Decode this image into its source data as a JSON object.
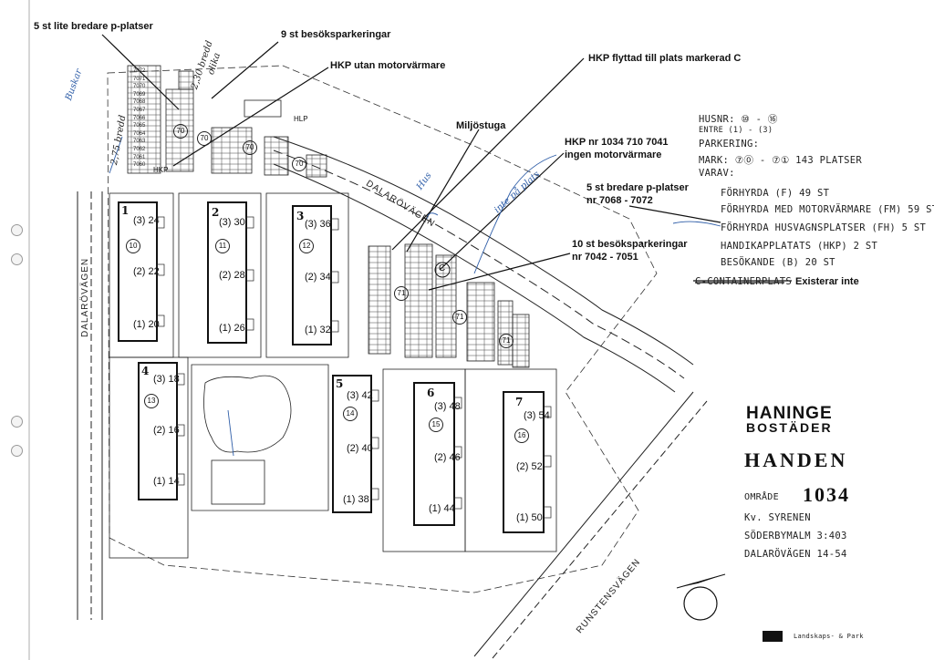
{
  "annotations": {
    "small_wide": "5 st lite bredare p-platser",
    "visitor9": "9 st besöksparkeringar",
    "hkp_no_heater": "HKP utan motorvärmare",
    "hkp_moved": "HKP flyttad till plats markerad C",
    "env_shed": "Miljöstuga",
    "hkp_nr_line1": "HKP nr 1034 710 7041",
    "hkp_nr_line2": "ingen motorvärmare",
    "wide5_line1": "5 st bredare p-platser",
    "wide5_line2": "nr 7068 - 7072",
    "visitor10_line1": "10 st besöksparkeringar",
    "visitor10_line2": "nr 7042 - 7051",
    "not_exists": "Existerar inte"
  },
  "legend": {
    "husnr": "HUSNR: ⑩ - ⑯",
    "entre": "ENTRE (1) - (3)",
    "parkering": "PARKERING:",
    "mark": "MARK: ⑦⓪ - ⑦① 143 PLATSER",
    "varav": "VARAV:",
    "row1": "FÖRHYRDA (F) 49 ST",
    "row2": "FÖRHYRDA MED MOTORVÄRMARE (FM) 59 ST",
    "row3": "FÖRHYRDA HUSVAGNSPLATSER (FH) 5 ST",
    "row4": "HANDIKAPPLATATS (HKP) 2 ST",
    "row5": "BESÖKANDE (B) 20 ST",
    "row6": "C-CONTAINERPLATS"
  },
  "titleblock": {
    "brand1": "HANINGE",
    "brand2": "BOSTÄDER",
    "place": "HANDEN",
    "omrade_label": "OMRÅDE",
    "omrade_value": "1034",
    "kv": "Kv. SYRENEN",
    "fastighet": "SÖDERBYMALM 3:403",
    "adress": "DALARÖVÄGEN 14-54",
    "footer": "Landskaps- & Park"
  },
  "roads": {
    "r1": "DALARÖVÄGEN",
    "r2": "DALARÖVÄGEN",
    "r3": "RUNSTENSVÄGEN"
  },
  "buildings": [
    {
      "id": "1",
      "circle": "10",
      "entries": [
        "(3) 24",
        "(2) 22",
        "(1) 20"
      ]
    },
    {
      "id": "2",
      "circle": "11",
      "entries": [
        "(3) 30",
        "(2) 28",
        "(1) 26"
      ]
    },
    {
      "id": "3",
      "circle": "12",
      "entries": [
        "(3) 36",
        "(2) 34",
        "(1) 32"
      ]
    },
    {
      "id": "4",
      "circle": "13",
      "entries": [
        "(3) 18",
        "(2) 16",
        "(1) 14"
      ]
    },
    {
      "id": "5",
      "circle": "14",
      "entries": [
        "(3) 42",
        "(2) 40",
        "(1) 38"
      ]
    },
    {
      "id": "6",
      "circle": "15",
      "entries": [
        "(3) 48",
        "(2) 46",
        "(1) 44"
      ]
    },
    {
      "id": "7",
      "circle": "16",
      "entries": [
        "(3) 54",
        "(2) 52",
        "(1) 50"
      ]
    }
  ],
  "map_labels": {
    "hkp": "HKP",
    "hlp": "HLP",
    "c_mark": "C",
    "lot70": "70",
    "lot71": "71",
    "codes": [
      "7072",
      "7071",
      "7070",
      "7069",
      "7068",
      "7067",
      "7066",
      "7065",
      "7064",
      "7063",
      "7062",
      "7061",
      "7060"
    ]
  },
  "handwriting": {
    "h1": "Buskar",
    "h2": "2,75 bredd",
    "h3": "2,30 bredd",
    "h4": "olika",
    "h5": "inte på plats",
    "h6": "Hus"
  },
  "colors": {
    "ink": "#111111",
    "pencil": "#2f5ea8",
    "paper": "#ffffff"
  }
}
